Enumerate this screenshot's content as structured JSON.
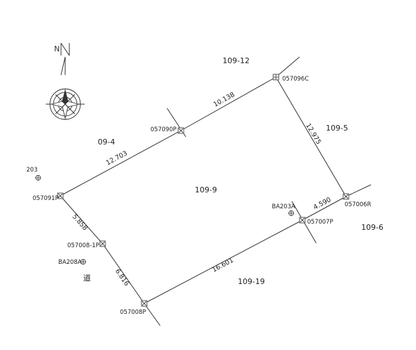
{
  "colors": {
    "line": "#333333",
    "text": "#222222",
    "marker": "#444444"
  },
  "compass": {
    "north_label": "N"
  },
  "parcels": [
    {
      "id": "main",
      "label": "109-9"
    },
    {
      "id": "n",
      "label": "109-12"
    },
    {
      "id": "w",
      "label": "09-4"
    },
    {
      "id": "e",
      "label": "109-5"
    },
    {
      "id": "se",
      "label": "109-6"
    },
    {
      "id": "s",
      "label": "109-19"
    }
  ],
  "road_label": "道",
  "points": [
    {
      "id": "057091P",
      "label": "057091P",
      "type": "boundary"
    },
    {
      "id": "057090P",
      "label": "057090P",
      "type": "boundary"
    },
    {
      "id": "057096C",
      "label": "057096C",
      "type": "concrete"
    },
    {
      "id": "057006R",
      "label": "057006R",
      "type": "boundary"
    },
    {
      "id": "057007P",
      "label": "057007P",
      "type": "boundary"
    },
    {
      "id": "057008P",
      "label": "057008P",
      "type": "boundary"
    },
    {
      "id": "057008-1P",
      "label": "057008-1P",
      "type": "boundary"
    }
  ],
  "benchmarks": [
    {
      "id": "203",
      "label": "203"
    },
    {
      "id": "BA203A",
      "label": "BA203A"
    },
    {
      "id": "BA208A",
      "label": "BA208A"
    }
  ],
  "segments": [
    {
      "from": "057091P",
      "to": "057090P",
      "distance": "12.703"
    },
    {
      "from": "057090P",
      "to": "057096C",
      "distance": "10.138"
    },
    {
      "from": "057096C",
      "to": "057006R",
      "distance": "12.975"
    },
    {
      "from": "057006R",
      "to": "057007P",
      "distance": "4.590"
    },
    {
      "from": "057007P",
      "to": "057008P",
      "distance": "16.601"
    },
    {
      "from": "057008P",
      "to": "057008-1P",
      "distance": "6.816"
    },
    {
      "from": "057008-1P",
      "to": "057091P",
      "distance": "5.858"
    }
  ]
}
